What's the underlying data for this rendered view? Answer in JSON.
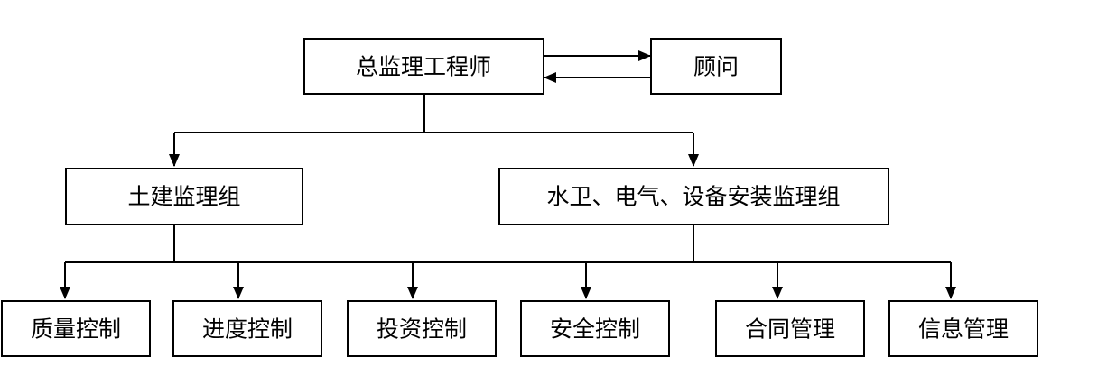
{
  "nodes": {
    "chief": "总监理工程师",
    "advisor": "顾问",
    "civil": "土建监理组",
    "mep": "水卫、电气、设备安装监理组",
    "quality": "质量控制",
    "schedule": "进度控制",
    "investment": "投资控制",
    "safety": "安全控制",
    "contract": "合同管理",
    "info": "信息管理"
  }
}
